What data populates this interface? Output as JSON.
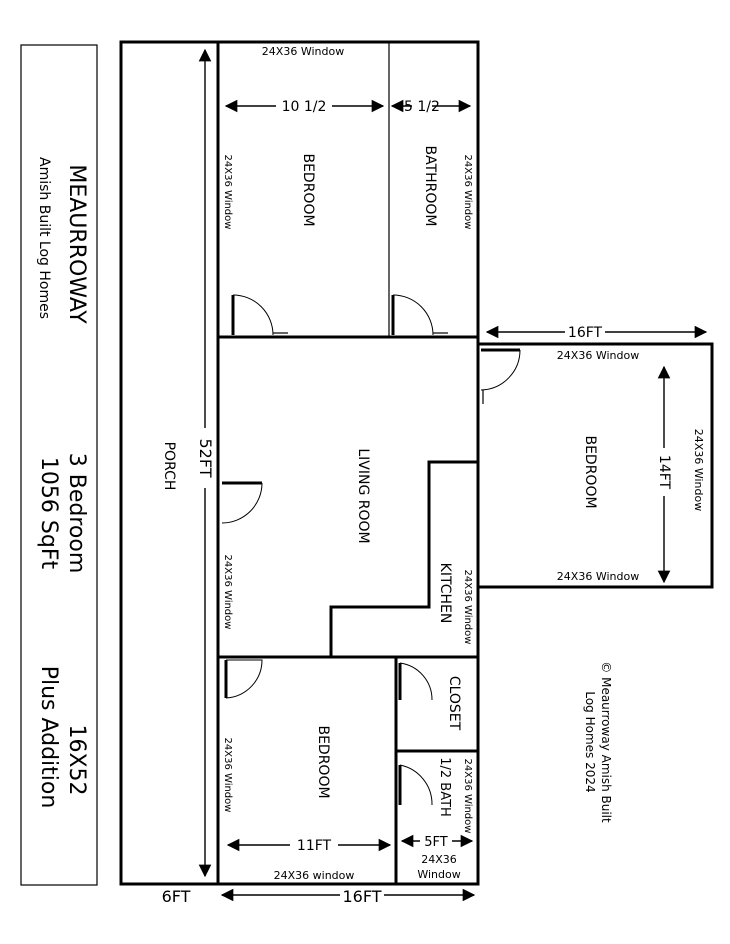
{
  "title_panel": {
    "brand": "MEAURROWAY",
    "tagline": "Amish Built Log Homes",
    "bedrooms": "3 Bedroom",
    "sqft": "1056 SqFt",
    "size": "16X52",
    "addition": "Plus Addition"
  },
  "rooms": {
    "bedroom_top": "BEDROOM",
    "bathroom": "BATHROOM",
    "living_room": "LIVING ROOM",
    "porch": "PORCH",
    "kitchen": "KITCHEN",
    "bedroom_bottom": "BEDROOM",
    "closet": "CLOSET",
    "half_bath": "1/2 BATH",
    "bedroom_addition": "BEDROOM"
  },
  "windows": {
    "top": "24X36 Window",
    "bedroom_top_left": "24X36 Window",
    "bathroom_right": "24X36 Window",
    "addition_top": "24X36 Window",
    "addition_right": "24X36 Window",
    "addition_bottom": "24X36 Window",
    "living_left": "24X36 Window",
    "kitchen_right": "24X36 Window",
    "bedroom_bottom_left": "24X36 Window",
    "bottom_bedroom": "24X36 window",
    "half_bath_right": "24X36 Window",
    "half_bath_bottom_1": "24X36",
    "half_bath_bottom_2": "Window"
  },
  "dimensions": {
    "bedroom_top_width": "10 1/2",
    "bathroom_width": "5 1/2",
    "addition_width": "16FT",
    "addition_depth": "14FT",
    "overall_length": "52FT",
    "bedroom_bottom_width": "11FT",
    "half_bath_width": "5FT",
    "porch_width": "6FT",
    "house_width": "16FT"
  },
  "copyright": {
    "line1": "© Meaurroway Amish Built",
    "line2": "Log Homes 2024"
  }
}
